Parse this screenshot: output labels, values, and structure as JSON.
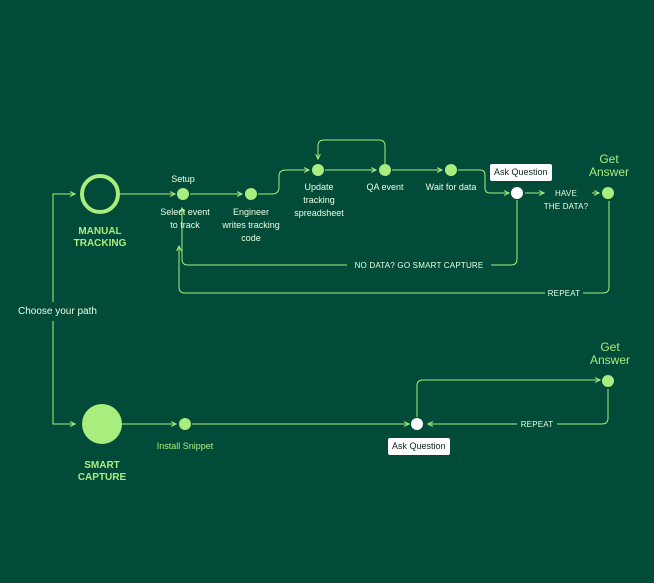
{
  "diagram": {
    "colors": {
      "background": "#024b39",
      "line": "#a9ed7e",
      "node": "#a9ed7e",
      "decision_node": "#ffffff",
      "text": "#e8ffe1"
    },
    "start_label": "Choose your path",
    "manual": {
      "title_line1": "MANUAL",
      "title_line2": "TRACKING",
      "setup": "Setup",
      "select_line1": "Select event",
      "select_line2": "to track",
      "engineer_line1": "Engineer",
      "engineer_line2": "writes tracking",
      "engineer_line3": "code",
      "update_line1": "Update",
      "update_line2": "tracking",
      "update_line3": "spreadsheet",
      "qa": "QA event",
      "wait": "Wait for data",
      "ask": "Ask Question",
      "have_line1": "HAVE",
      "have_line2": "THE DATA?",
      "get_line1": "Get",
      "get_line2": "Answer",
      "no_data": "NO DATA? GO SMART CAPTURE",
      "repeat": "REPEAT"
    },
    "smart": {
      "title_line1": "SMART",
      "title_line2": "CAPTURE",
      "install": "Install Snippet",
      "ask": "Ask Question",
      "get_line1": "Get",
      "get_line2": "Answer",
      "repeat": "REPEAT"
    }
  }
}
